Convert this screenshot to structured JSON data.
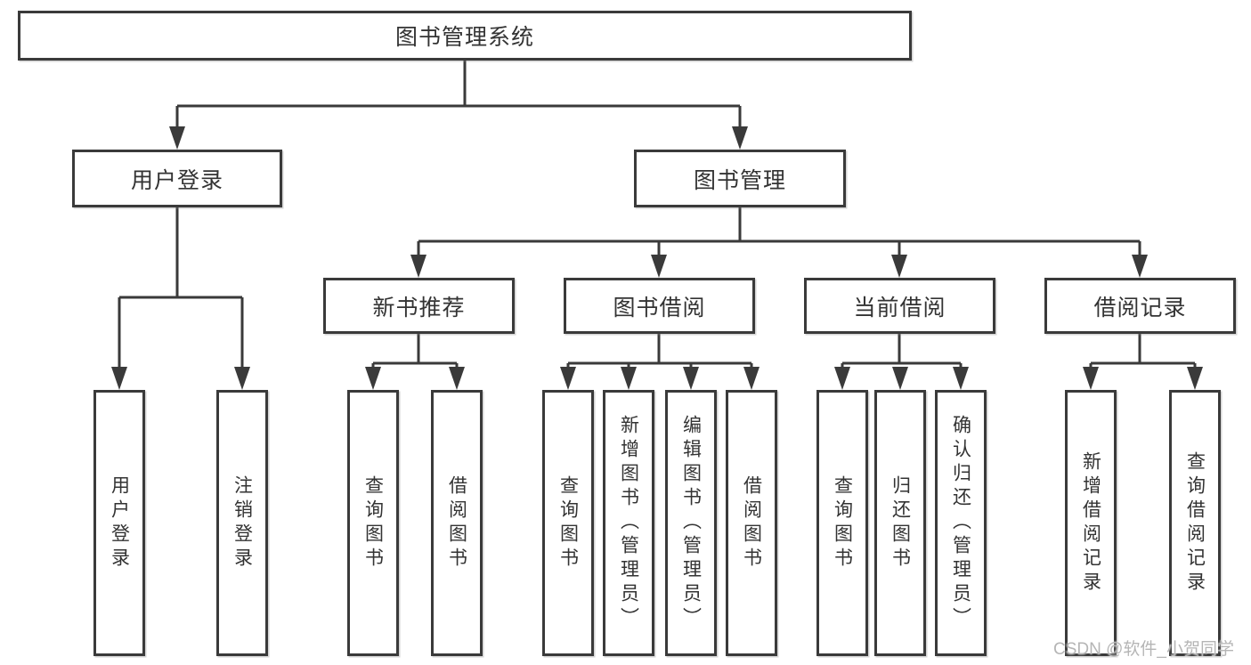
{
  "diagram": {
    "type": "hierarchy-tree",
    "colors": {
      "line": "#3a3a3a",
      "box_border": "#3a3a3a",
      "text": "#333333",
      "background": "#ffffff",
      "watermark": "#b5b5b5"
    },
    "watermark": "CSDN @软件_小贺同学",
    "nodes": {
      "root": {
        "label": "图书管理系统",
        "children": [
          "user_login",
          "book_mgmt"
        ]
      },
      "user_login": {
        "label": "用户登录",
        "children": [
          "leaf_user_login",
          "leaf_logout"
        ]
      },
      "book_mgmt": {
        "label": "图书管理",
        "children": [
          "new_book_rec",
          "book_borrow",
          "current_borrow",
          "borrow_records"
        ]
      },
      "new_book_rec": {
        "label": "新书推荐",
        "children": [
          "nbr_query_books",
          "nbr_borrow_books"
        ]
      },
      "book_borrow": {
        "label": "图书借阅",
        "children": [
          "bb_query_books",
          "bb_add_books",
          "bb_edit_books",
          "bb_borrow_books"
        ]
      },
      "current_borrow": {
        "label": "当前借阅",
        "children": [
          "cb_query_books",
          "cb_return_books",
          "cb_confirm_return"
        ]
      },
      "borrow_records": {
        "label": "借阅记录",
        "children": [
          "br_add_record",
          "br_query_record"
        ]
      },
      "leaf_user_login": {
        "label": "用户登录",
        "children": []
      },
      "leaf_logout": {
        "label": "注销登录",
        "children": []
      },
      "nbr_query_books": {
        "label": "查询图书",
        "children": []
      },
      "nbr_borrow_books": {
        "label": "借阅图书",
        "children": []
      },
      "bb_query_books": {
        "label": "查询图书",
        "children": []
      },
      "bb_add_books": {
        "label": "新增图书（管理员）",
        "children": []
      },
      "bb_edit_books": {
        "label": "编辑图书（管理员）",
        "children": []
      },
      "bb_borrow_books": {
        "label": "借阅图书",
        "children": []
      },
      "cb_query_books": {
        "label": "查询图书",
        "children": []
      },
      "cb_return_books": {
        "label": "归还图书",
        "children": []
      },
      "cb_confirm_return": {
        "label": "确认归还（管理员）",
        "children": []
      },
      "br_add_record": {
        "label": "新增借阅记录",
        "children": []
      },
      "br_query_record": {
        "label": "查询借阅记录",
        "children": []
      }
    }
  }
}
